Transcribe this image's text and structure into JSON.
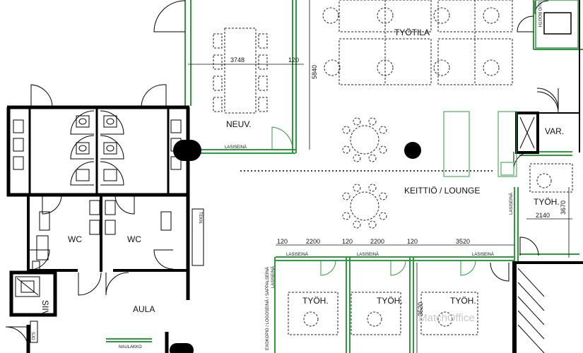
{
  "rooms": {
    "tyotila": "TYÖTILA",
    "neuv": "NEUV.",
    "keittio": "KEITTIÖ / LOUNGE",
    "var": "VAR.",
    "tyoh_right": "TYÖH.",
    "tyoh_1": "TYÖH.",
    "tyoh_2": "TYÖH.",
    "tyoh_3": "TYÖH.",
    "wc_left": "WC",
    "wc_right": "WC",
    "aula": "AULA",
    "siiv": "SIIV",
    "duo_booth": "DUO BOOTH"
  },
  "dimensions": {
    "neuv_width": "3748",
    "neuv_wall": "120",
    "neuv_height": "5840",
    "row_1": "120",
    "row_2": "2200",
    "row_3": "120",
    "row_4": "2200",
    "row_5": "120",
    "row_6": "3520",
    "tyoh_width": "2140",
    "tyoh_height": "3670",
    "office_height": "3520"
  },
  "annotations": {
    "lasisein_neuv": "LASISEINÄ",
    "lasisein_row_1": "LASISEINÄ",
    "lasisein_row_2": "LASISEINÄ",
    "lasisein_row_3": "LASISEINÄ",
    "lasisein_right": "LASISEINÄ",
    "lasisein_left_vertical": "LASISEINÄ",
    "naulakko": "NAULAKKO",
    "tekniikka": "TEKN.",
    "sjo": "SJO",
    "vertical_note": "EXOKOPIO / LOGOSEINÄ / SAPPALSEINÄ"
  },
  "watermark": "MatchOffice",
  "colors": {
    "wall": "#000000",
    "glass": "#2e9a3e",
    "furniture": "#222222",
    "dim": "#111111",
    "background": "#ffffff"
  }
}
